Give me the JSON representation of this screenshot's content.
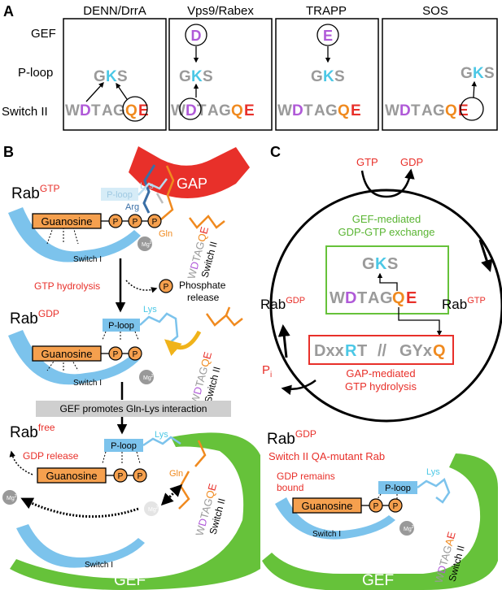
{
  "colors": {
    "red": "#e8302a",
    "orange": "#f08a1f",
    "orange_fill": "#f5a04e",
    "purple": "#b05ad8",
    "cyan": "#4cc8e6",
    "gray": "#9a9a9a",
    "blue_switch": "#7cc3ec",
    "green": "#66c23a",
    "green_text": "#5ab533",
    "dark_blue": "#3a6fa6",
    "gef_box_gray": "#cfcfcf"
  },
  "panel_a": {
    "letter": "A",
    "rows": {
      "gef": "GEF",
      "ploop": "P-loop",
      "switch": "Switch II"
    },
    "columns": [
      "DENN/DrrA",
      "Vps9/Rabex",
      "TRAPP",
      "SOS"
    ],
    "gef_residues": {
      "vps9": "D",
      "trapp": "E"
    },
    "ploop_seq": [
      "G",
      "K",
      "S"
    ],
    "switch_seq": [
      "W",
      "D",
      "T",
      "A",
      "G",
      "Q",
      "E"
    ]
  },
  "panel_b": {
    "letter": "B",
    "rab_gtp": {
      "base": "Rab",
      "sup": "GTP"
    },
    "rab_gdp": {
      "base": "Rab",
      "sup": "GDP"
    },
    "rab_free": {
      "base": "Rab",
      "sup": "free"
    },
    "gap": "GAP",
    "ploop": "P-loop",
    "lys": "Lys",
    "arg": "Arg",
    "gln": "Gln",
    "guanosine": "Guanosine",
    "phosphate": "P",
    "mg": "Mg",
    "mg_sup": "2+",
    "switch1": "Switch I",
    "switch2": "Switch II",
    "switch2_seq": "WDTAGQE",
    "gtp_hydrolysis": "GTP hydrolysis",
    "phosphate_release": [
      "Phosphate",
      "release"
    ],
    "gef_promotes": "GEF promotes Gln-Lys interaction",
    "gdp_release": "GDP release",
    "gef": "GEF"
  },
  "panel_c": {
    "letter": "C",
    "gtp": "GTP",
    "gdp": "GDP",
    "gef_mediated": [
      "GEF-mediated",
      "GDP-GTP exchange"
    ],
    "gks": [
      "G",
      "K",
      "S"
    ],
    "wdtagqe": [
      "W",
      "D",
      "T",
      "A",
      "G",
      "Q",
      "E"
    ],
    "rab_gdp": {
      "base": "Rab",
      "sup": "GDP"
    },
    "rab_gtp": {
      "base": "Rab",
      "sup": "GTP"
    },
    "motif": [
      "Dxx",
      "R",
      "T",
      "//",
      "GYx",
      "Q"
    ],
    "pi": {
      "base": "P",
      "sub": "i"
    },
    "gap_mediated": [
      "GAP-mediated",
      "GTP hydrolysis"
    ]
  },
  "panel_d": {
    "rab_gdp": {
      "base": "Rab",
      "sup": "GDP"
    },
    "title": "Switch II QA-mutant Rab",
    "gdp_remains": [
      "GDP remains",
      "bound"
    ],
    "ploop": "P-loop",
    "lys": "Lys",
    "guanosine": "Guanosine",
    "phosphate": "P",
    "mg": "Mg",
    "mg_sup": "2+",
    "switch1": "Switch I",
    "switch2": "Switch II",
    "mutant_seq": "WDTAGAE",
    "gef": "GEF"
  }
}
